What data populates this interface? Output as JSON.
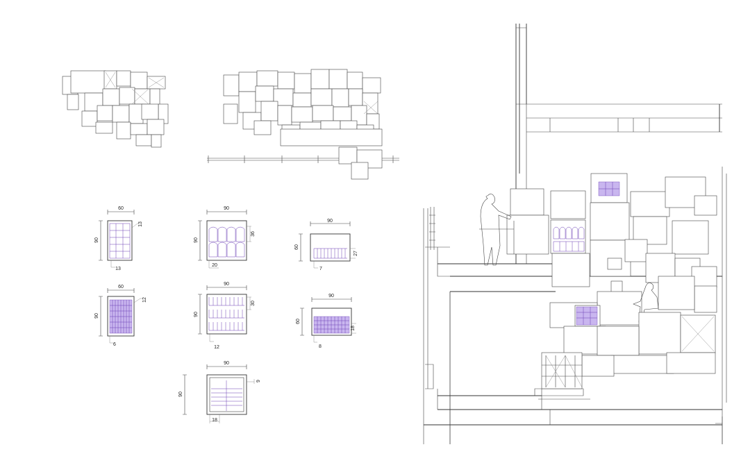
{
  "colors": {
    "line": "#444444",
    "accent": "#6a3fb5",
    "fill": "#c9b6ef",
    "background": "#ffffff"
  },
  "modules": [
    {
      "width": "60",
      "height": "90",
      "detail_a": "13",
      "detail_b": "13"
    },
    {
      "width": "90",
      "height": "90",
      "detail_a": "36",
      "detail_b": "20"
    },
    {
      "width": "90",
      "height": "60",
      "detail_a": "27",
      "detail_b": "7"
    },
    {
      "width": "60",
      "height": "90",
      "detail_a": "12",
      "detail_b": "6"
    },
    {
      "width": "90",
      "height": "90",
      "detail_a": "30",
      "detail_b": "12"
    },
    {
      "width": "90",
      "height": "60",
      "detail_a": "18",
      "detail_b": "8"
    },
    {
      "width": "90",
      "height": "90",
      "detail_a": "9",
      "detail_b": "18"
    }
  ]
}
